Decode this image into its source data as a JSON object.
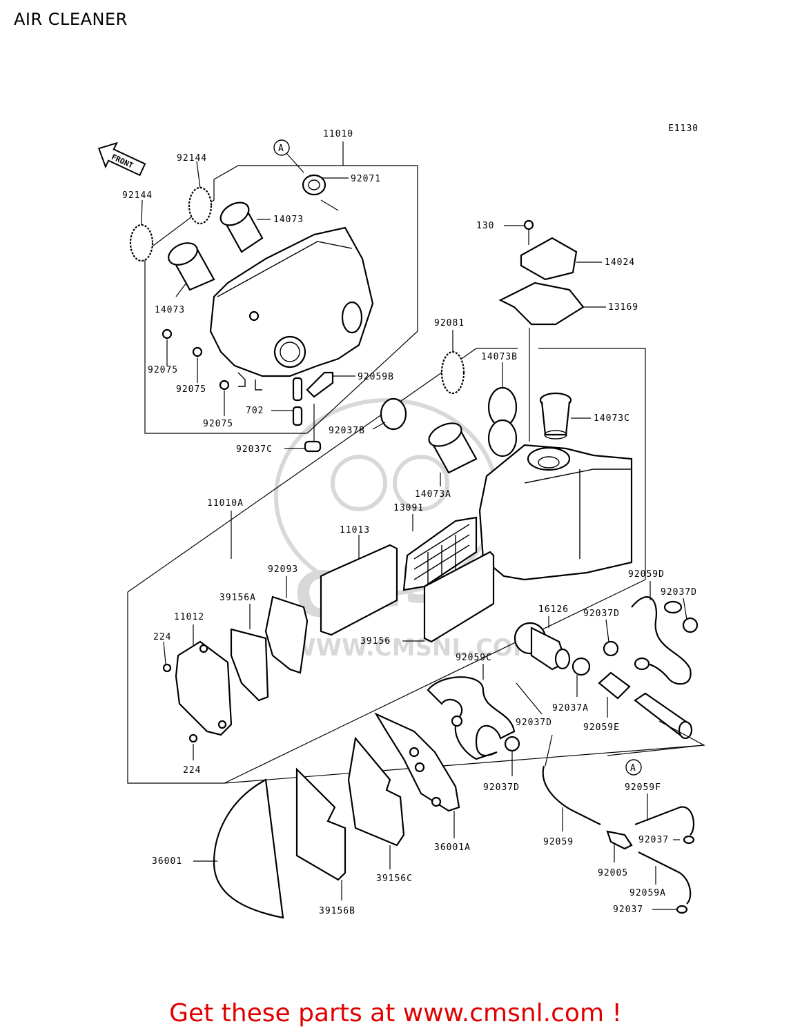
{
  "title": "AIR CLEANER",
  "code": "E1130",
  "front_label": "FRONT",
  "callout_a": "A",
  "watermark": "WWW.CMSNL.COM",
  "footer": "Get these parts at www.cmsnl.com !",
  "parts": {
    "p11010": "11010",
    "p92144a": "92144",
    "p92144b": "92144",
    "p92071": "92071",
    "p14073a": "14073",
    "p14073b": "14073",
    "p92075a": "92075",
    "p92075b": "92075",
    "p92075c": "92075",
    "p92059B": "92059B",
    "p702": "702",
    "p92037B": "92037B",
    "p92037C": "92037C",
    "p130": "130",
    "p14024": "14024",
    "p13169": "13169",
    "p92081": "92081",
    "p14073B": "14073B",
    "p14073C": "14073C",
    "p14073A": "14073A",
    "p11010A": "11010A",
    "p13091": "13091",
    "p11013": "11013",
    "p92093": "92093",
    "p39156A": "39156A",
    "p11012": "11012",
    "p224a": "224",
    "p224b": "224",
    "p39156": "39156",
    "p92059D": "92059D",
    "p92037Da": "92037D",
    "p92037Db": "92037D",
    "p92037Dc": "92037D",
    "p92037Dd": "92037D",
    "p16126": "16126",
    "p92059C": "92059C",
    "p92037A": "92037A",
    "p92059E": "92059E",
    "p92059F": "92059F",
    "p92059": "92059",
    "p92037a": "92037",
    "p92037b": "92037",
    "p92005": "92005",
    "p92059A": "92059A",
    "p36001": "36001",
    "p36001A": "36001A",
    "p39156C": "39156C",
    "p39156B": "39156B"
  }
}
